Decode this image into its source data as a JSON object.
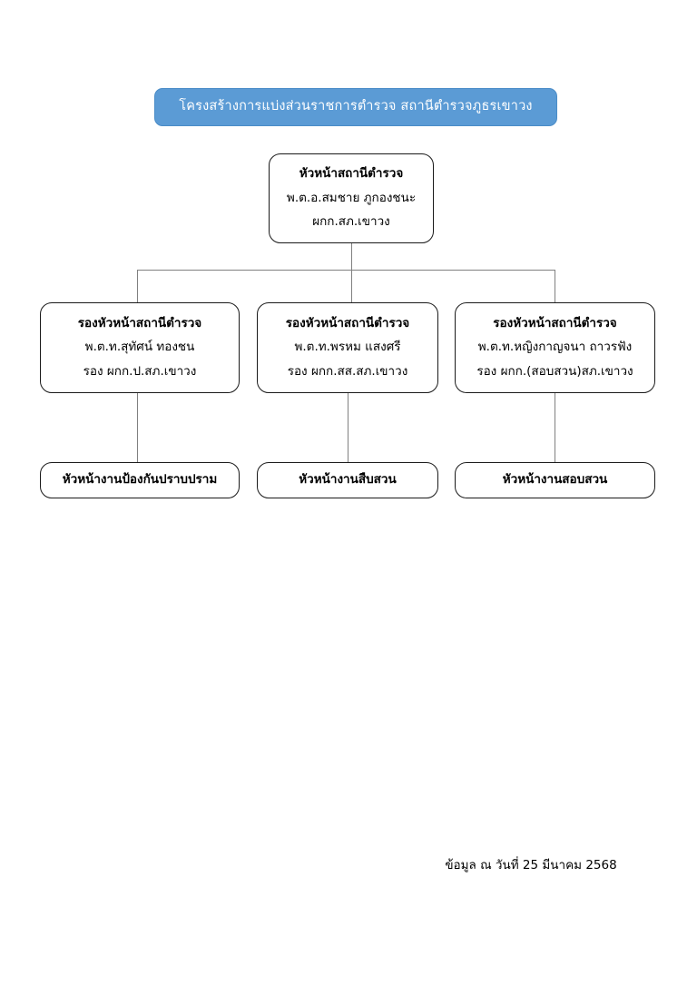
{
  "document": {
    "title": "โครงสร้างการแบ่งส่วนราชการตำรวจ สถานีตำรวจภูธรเขาวง",
    "banner_color": "#5B9BD5",
    "banner_text_color": "#FFFFFF",
    "box_border_color": "#1A1A1A",
    "connector_color": "#808080",
    "background_color": "#FFFFFF"
  },
  "chart_data": {
    "type": "diagram",
    "diagram_kind": "organization-chart",
    "title": "โครงสร้างการแบ่งส่วนราชการตำรวจ สถานีตำรวจภูธรเขาวง",
    "levels": 3,
    "nodes": [
      {
        "id": "chief",
        "level": 1,
        "role": "หัวหน้าสถานีตำรวจ",
        "name": "พ.ต.อ.สมชาย  ภูกองชนะ",
        "rank": "ผกก.สภ.เขาวง"
      },
      {
        "id": "deputy-0",
        "level": 2,
        "role": "รองหัวหน้าสถานีตำรวจ",
        "name": "พ.ต.ท.สุทัศน์  ทองชน",
        "rank": "รอง ผกก.ป.สภ.เขาวง"
      },
      {
        "id": "deputy-1",
        "level": 2,
        "role": "รองหัวหน้าสถานีตำรวจ",
        "name": "พ.ต.ท.พรหม  แสงศรี",
        "rank": "รอง ผกก.สส.สภ.เขาวง"
      },
      {
        "id": "deputy-2",
        "level": 2,
        "role": "รองหัวหน้าสถานีตำรวจ",
        "name": "พ.ต.ท.หญิงกาญจนา  ถาวรฟัง",
        "rank": "รอง ผกก.(สอบสวน)สภ.เขาวง"
      },
      {
        "id": "unit-0",
        "level": 3,
        "role": "หัวหน้างานป้องกันปราบปราม"
      },
      {
        "id": "unit-1",
        "level": 3,
        "role": "หัวหน้างานสืบสวน"
      },
      {
        "id": "unit-2",
        "level": 3,
        "role": "หัวหน้างานสอบสวน"
      }
    ],
    "edges": [
      {
        "from": "chief",
        "to": "deputy-0"
      },
      {
        "from": "chief",
        "to": "deputy-1"
      },
      {
        "from": "chief",
        "to": "deputy-2"
      },
      {
        "from": "deputy-0",
        "to": "unit-0"
      },
      {
        "from": "deputy-1",
        "to": "unit-1"
      },
      {
        "from": "deputy-2",
        "to": "unit-2"
      }
    ]
  },
  "footer": {
    "note": "ข้อมูล  ณ  วันที่  25  มีนาคม  2568"
  }
}
